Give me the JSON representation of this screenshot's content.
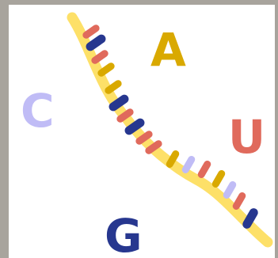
{
  "letters": {
    "a": "A",
    "c": "C",
    "u": "U",
    "g": "G"
  },
  "colors": {
    "background": "#a8a49d",
    "panel": "#ffffff",
    "backbone": "#fde068",
    "adenine": "#d9a900",
    "cytosine": "#c0bcf6",
    "uracil": "#e06a5c",
    "guanine": "#27378f"
  },
  "strand_bases": [
    "U",
    "G",
    "U",
    "A",
    "A",
    "G",
    "U",
    "G",
    "U",
    "U",
    "A",
    "C",
    "U",
    "A",
    "C",
    "U",
    "G"
  ]
}
